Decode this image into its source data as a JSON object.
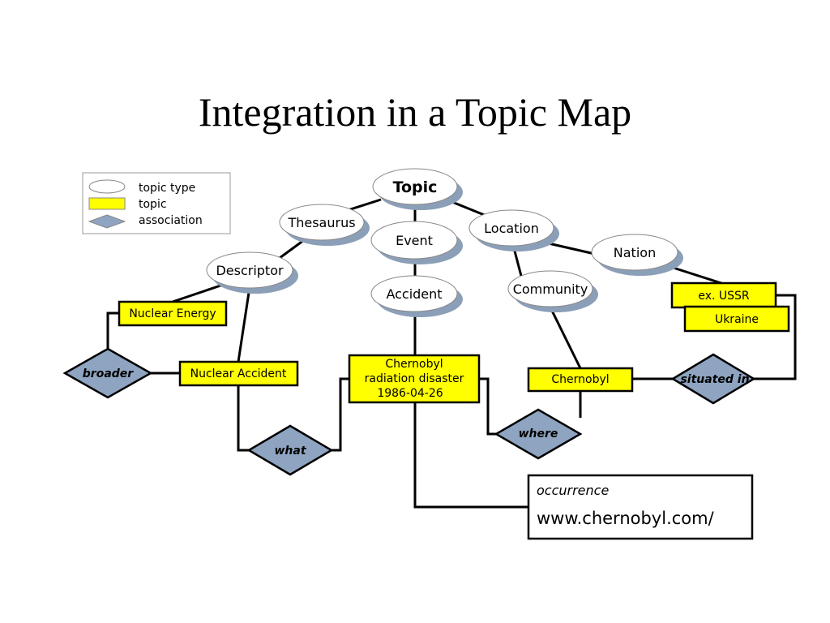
{
  "title": "Integration in a Topic Map",
  "legend": {
    "topic_type": "topic type",
    "topic": "topic",
    "association": "association"
  },
  "topic_types": {
    "topic": "Topic",
    "thesaurus": "Thesaurus",
    "event": "Event",
    "location": "Location",
    "nation": "Nation",
    "descriptor": "Descriptor",
    "accident": "Accident",
    "community": "Community"
  },
  "topics": {
    "ex_ussr": "ex. USSR",
    "ukraine": "Ukraine",
    "nuclear_energy": "Nuclear Energy",
    "nuclear_accident": "Nuclear Accident",
    "chernobyl_disaster": [
      "Chernobyl",
      "radiation disaster",
      "1986-04-26"
    ],
    "chernobyl": "Chernobyl"
  },
  "associations": {
    "broader": "broader",
    "what": "what",
    "where": "where",
    "situated_in": "situated in"
  },
  "occurrence": {
    "label": "occurrence",
    "url": "www.chernobyl.com/"
  },
  "colors": {
    "topic_fill": "#ffff00",
    "association_fill": "#8ea4c0",
    "oval_shadow": "#8c9fb8",
    "oval_fill": "#ffffff"
  }
}
